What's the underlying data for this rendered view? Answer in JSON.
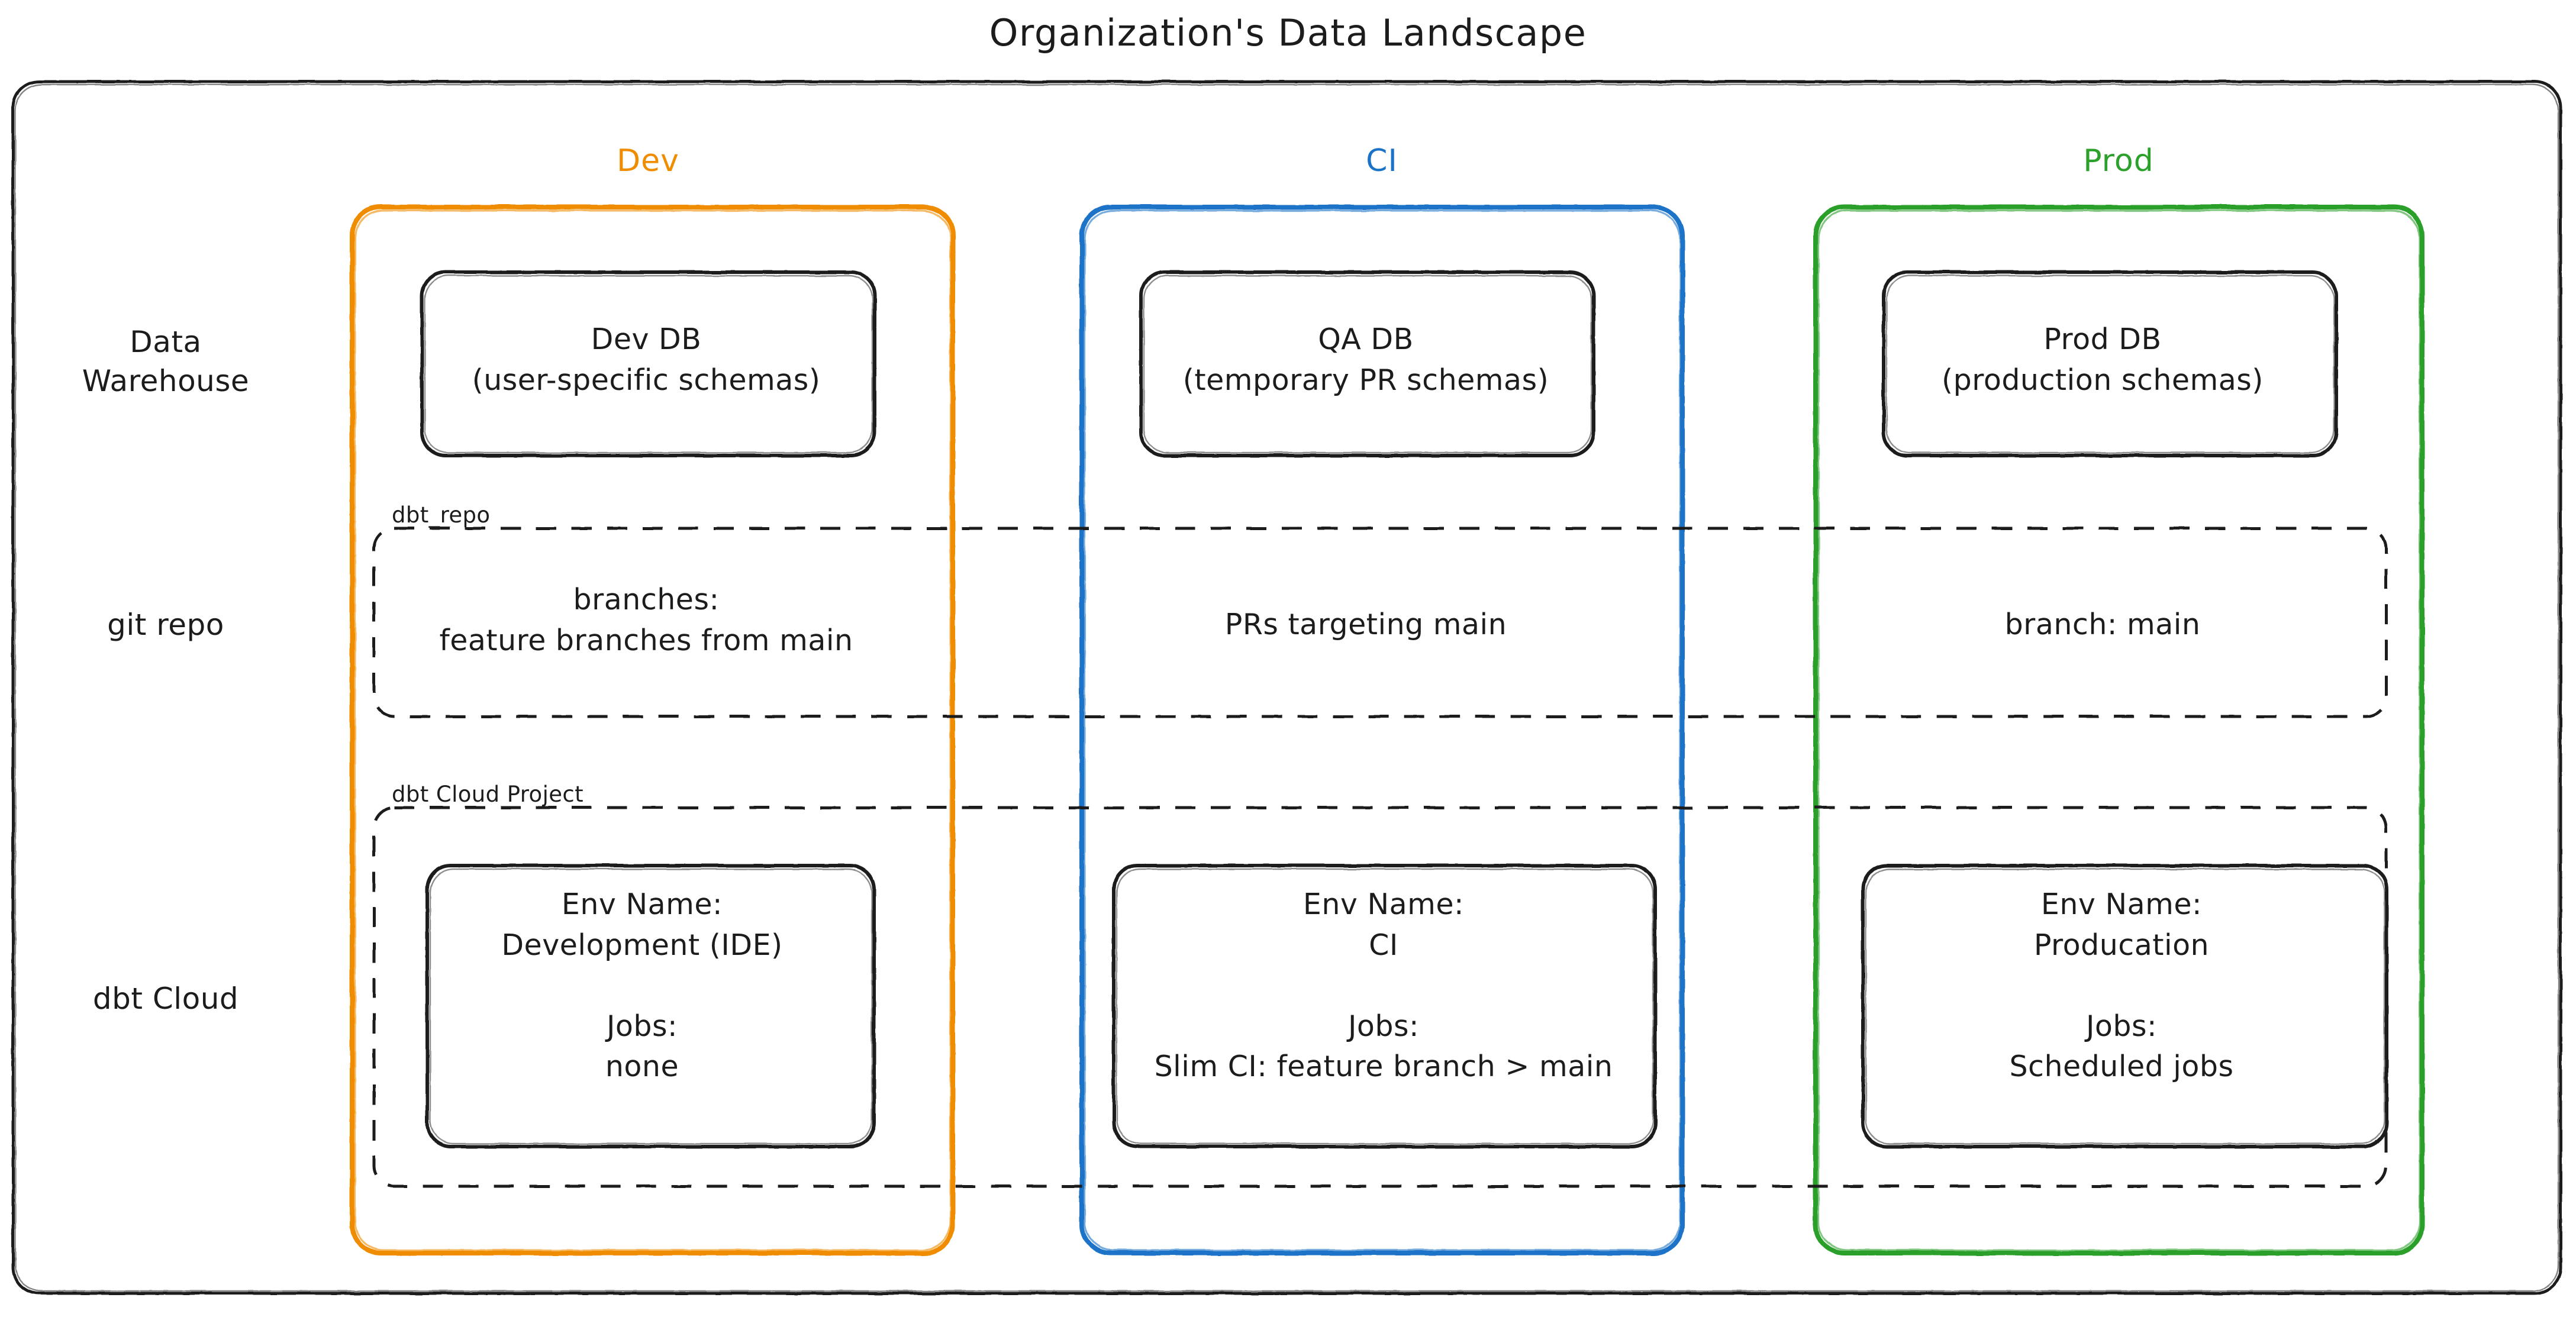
{
  "title": "Organization's Data Landscape",
  "colors": {
    "dev": "#f08c00",
    "ci": "#1a73c7",
    "prod": "#2ba02b",
    "outline": "#1c1c1c",
    "background": "#ffffff"
  },
  "columns": [
    {
      "key": "dev",
      "label": "Dev",
      "color": "#f08c00"
    },
    {
      "key": "ci",
      "label": "CI",
      "color": "#1a73c7"
    },
    {
      "key": "prod",
      "label": "Prod",
      "color": "#2ba02b"
    }
  ],
  "rows": [
    {
      "key": "warehouse",
      "label": "Data\nWarehouse"
    },
    {
      "key": "git",
      "label": "git repo"
    },
    {
      "key": "dbtcloud",
      "label": "dbt Cloud"
    }
  ],
  "groups": [
    {
      "key": "dbt_repo",
      "label": "dbt_repo"
    },
    {
      "key": "dbt_cloud_project",
      "label": "dbt Cloud Project"
    }
  ],
  "nodes": {
    "warehouse": {
      "dev": "Dev DB\n(user-specific schemas)",
      "ci": "QA DB\n(temporary PR schemas)",
      "prod": "Prod DB\n(production schemas)"
    },
    "git": {
      "dev": "branches:\nfeature branches from main",
      "ci": "PRs targeting main",
      "prod": "branch: main"
    },
    "dbtcloud": {
      "dev": "Env Name:\nDevelopment (IDE)\n\nJobs:\nnone",
      "ci": "Env Name:\nCI\n\nJobs:\nSlim CI: feature branch > main",
      "prod": "Env Name:\nProducation\n\nJobs:\nScheduled jobs"
    }
  }
}
